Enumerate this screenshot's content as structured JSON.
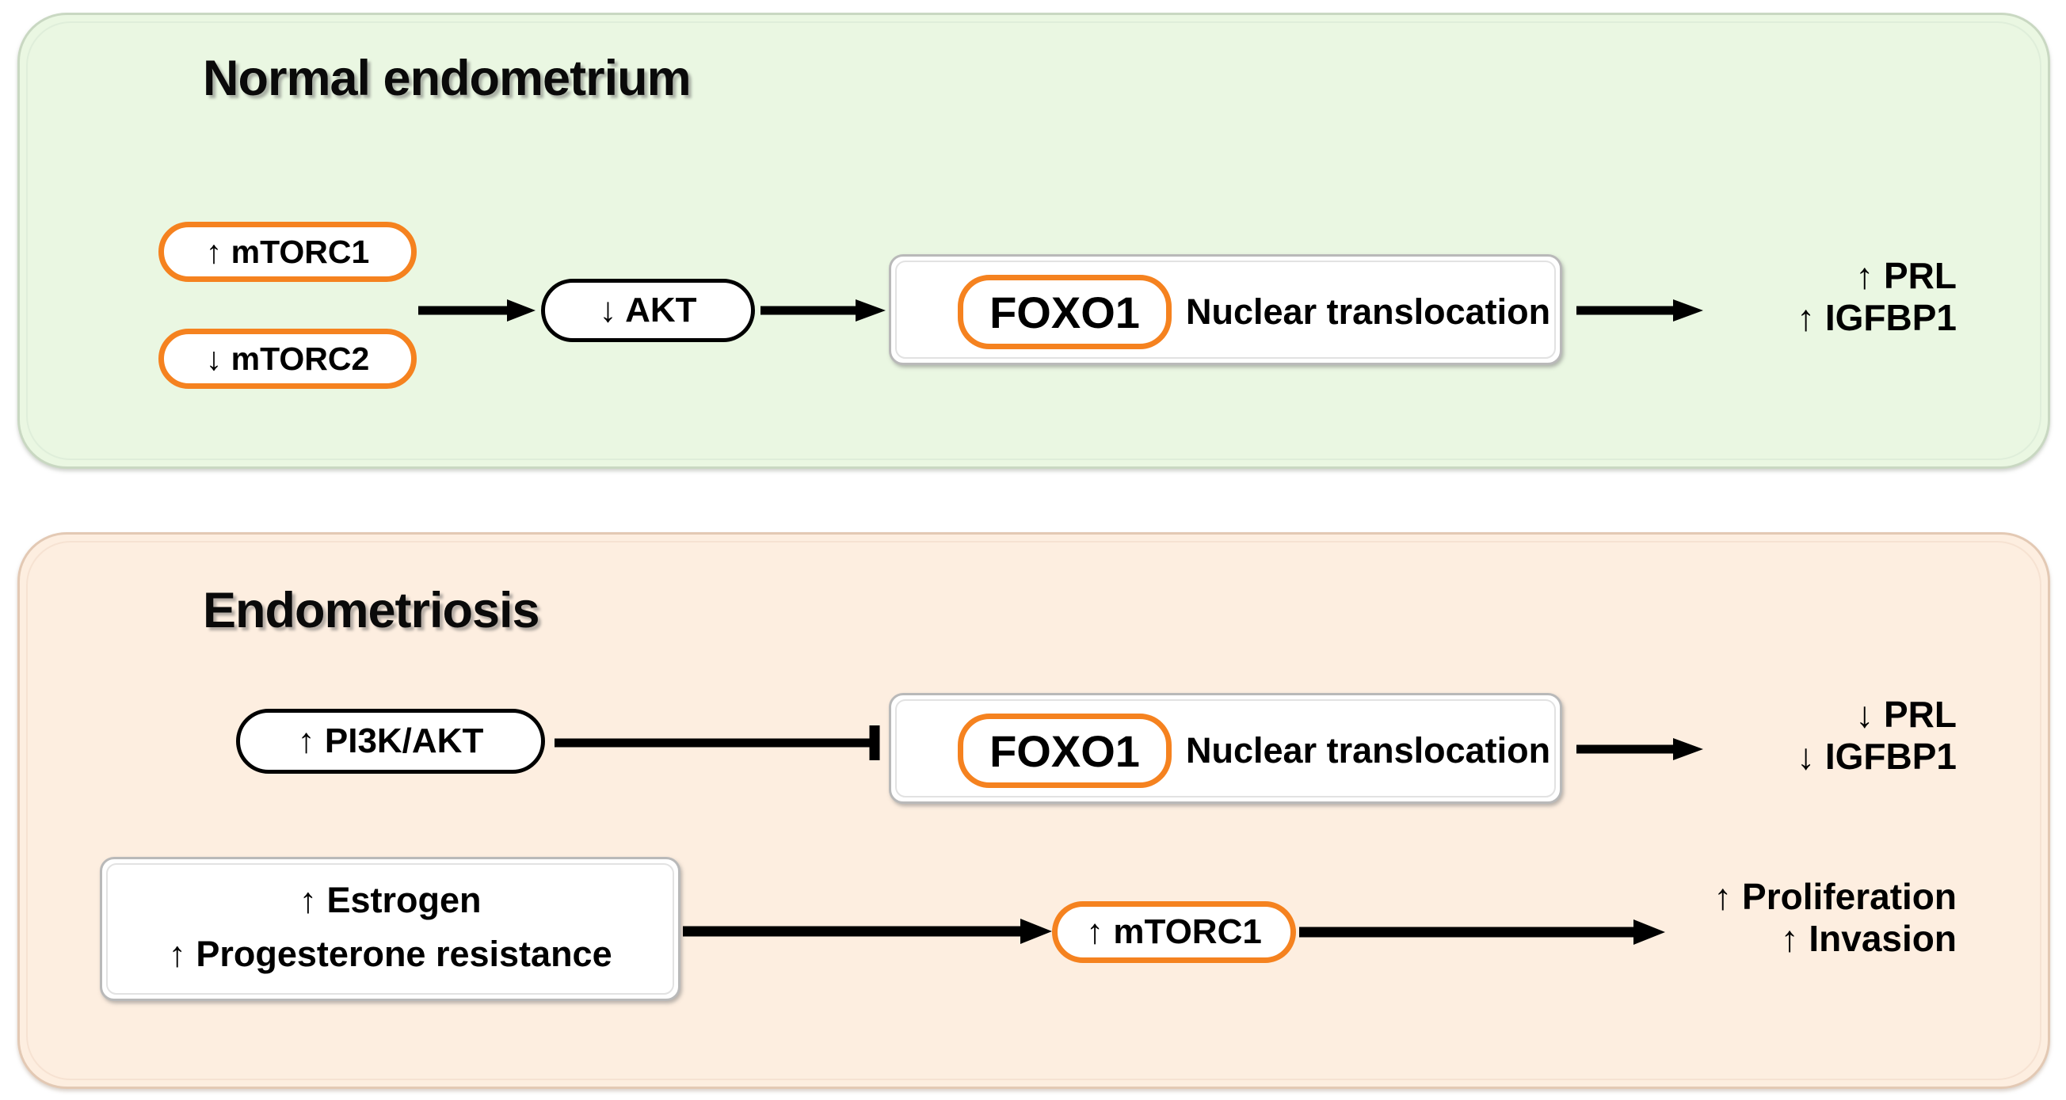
{
  "diagram": {
    "title_normal": "Normal endometrium",
    "title_endometriosis": "Endometriosis"
  },
  "colors": {
    "accent_orange": "#f5821f",
    "panel_normal_bg": "#eaf7e2",
    "panel_normal_border": "#c9d8c2",
    "panel_endo_bg": "#fdeee0",
    "panel_endo_border": "#e3c9b4",
    "node_fill": "#ffffff",
    "line": "#000000"
  },
  "normal_panel": {
    "nodes": {
      "mtorc1": "↑ mTORC1",
      "mtorc2": "↓ mTORC2",
      "akt": "↓ AKT",
      "foxo1": "FOXO1",
      "foxo1_caption": "Nuclear translocation"
    },
    "outputs": [
      "↑ PRL",
      "↑ IGFBP1"
    ],
    "connectors": [
      {
        "name": "mtor-to-akt",
        "type": "arrow"
      },
      {
        "name": "akt-to-foxo1",
        "type": "arrow"
      },
      {
        "name": "foxo1-to-outputs",
        "type": "arrow"
      }
    ]
  },
  "endometriosis_panel": {
    "nodes": {
      "pi3k_akt": "↑ PI3K/AKT",
      "foxo1": "FOXO1",
      "foxo1_caption": "Nuclear translocation",
      "estrogen": "↑ Estrogen",
      "progesterone": "↑ Progesterone resistance",
      "mtorc1": "↑ mTORC1"
    },
    "outputs_upper": [
      "↓ PRL",
      "↓ IGFBP1"
    ],
    "outputs_lower": [
      "↑ Proliferation",
      "↑ Invasion"
    ],
    "connectors": [
      {
        "name": "pi3k-inhibits-foxo1",
        "type": "inhibition"
      },
      {
        "name": "foxo1-to-outputs",
        "type": "arrow"
      },
      {
        "name": "estrogen-to-mtorc1",
        "type": "arrow"
      },
      {
        "name": "mtorc1-to-outputs",
        "type": "arrow"
      }
    ]
  }
}
